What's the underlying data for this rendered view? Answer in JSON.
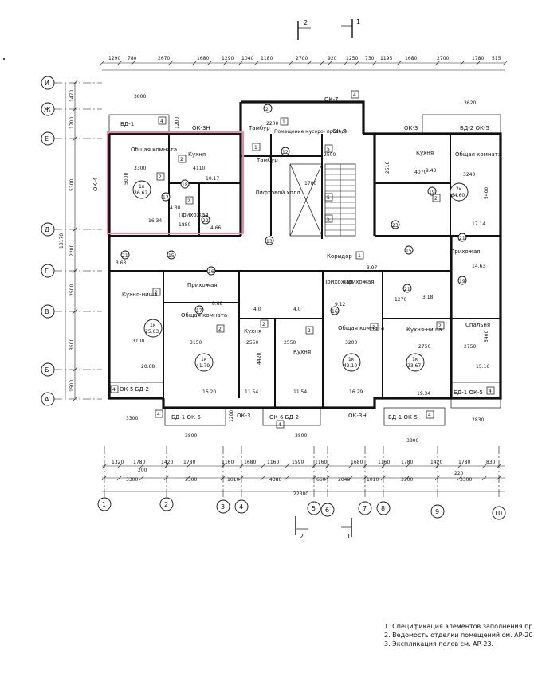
{
  "top_dims": [
    "1290",
    "780",
    "2670",
    "1680",
    "1290",
    "1040",
    "1180",
    "2700",
    "920",
    "1250",
    "730",
    "1195",
    "1680",
    "2700",
    "1780",
    "515"
  ],
  "bottom_dims_row1": [
    "1320",
    "1780",
    "1420",
    "1780",
    "1160",
    "1680",
    "1160",
    "1590",
    "1160",
    "1680",
    "1160",
    "1780",
    "1420",
    "1780",
    "830"
  ],
  "bottom_dims_row2": [
    "3300",
    "3300",
    "1010",
    "4380",
    "660",
    "2040",
    "1010",
    "3300",
    "3300"
  ],
  "bottom_dims_extra": [
    "200",
    "220"
  ],
  "total_width": "22300",
  "left_dims": [
    "1470",
    "1700",
    "5300",
    "2200",
    "18170",
    "2500",
    "3500",
    "1500"
  ],
  "row_axes": [
    "И",
    "Ж",
    "Е",
    "Д",
    "Г",
    "В",
    "Б",
    "А"
  ],
  "col_axes": [
    "1",
    "2",
    "3",
    "4",
    "5",
    "6",
    "7",
    "8",
    "9",
    "10"
  ],
  "section_marks": [
    "2",
    "1"
  ],
  "balcony_labels": [
    "БД-1",
    "ОК-3Н",
    "ОК-7",
    "ОК-3",
    "БД-2 ОК-5",
    "ОК-4",
    "ОК-5 БД-2",
    "БД-1 ОК-5",
    "ОК-3",
    "ОК-6 БД-2",
    "ОК-3Н",
    "БД-1 ОК-5",
    "БД-1 ОК-5"
  ],
  "room_labels": [
    "Общая комната",
    "Кухня",
    "Прихожая",
    "Тамбур",
    "Помещение мусоро- провода",
    "Тамбур",
    "Лифтовой холл",
    "ОК-7",
    "Общая комната",
    "Кухня",
    "Прихожая",
    "Коридор",
    "Кухня-ниша",
    "Прихожая",
    "Общая комната",
    "Кухня",
    "Кухня",
    "Прихожая",
    "Общая комната",
    "Кухня-ниша",
    "Прихожая",
    "Спальня"
  ],
  "apartment_tags": [
    {
      "type": "1к",
      "area": "36.62"
    },
    {
      "type": "2к",
      "area": "64.60"
    },
    {
      "type": "1к",
      "area": "25.63"
    },
    {
      "type": "1к",
      "area": "41.79"
    },
    {
      "type": "1к",
      "area": "42.10"
    },
    {
      "type": "1к",
      "area": "23.67"
    }
  ],
  "areas": [
    "16.34",
    "10.17",
    "4.30",
    "4.66",
    "3.63",
    "9.43",
    "17.14",
    "14.63",
    "3.97",
    "8.88",
    "4.0",
    "4.0",
    "9.12",
    "1270",
    "3.18",
    "20.68",
    "16.20",
    "11.54",
    "11.54",
    "16.29",
    "19.34",
    "15.16"
  ],
  "inner_dims": [
    "3800",
    "3300",
    "4110",
    "5000",
    "1880",
    "1200",
    "2200",
    "1700",
    "2500",
    "3620",
    "4070",
    "3240",
    "5400",
    "2510",
    "3800",
    "3100",
    "2750",
    "3150",
    "2550",
    "2550",
    "3200",
    "4420",
    "5400",
    "2750",
    "3800",
    "3800",
    "3300",
    "2830",
    "1200"
  ],
  "tag_numbers": [
    "1",
    "2",
    "3",
    "4",
    "5",
    "11",
    "12",
    "13",
    "15",
    "16",
    "17",
    "18",
    "19",
    "20",
    "21",
    "22",
    "23"
  ],
  "notes": [
    "1. Спецификация элементов заполнения пр",
    "2. Ведомость отделки помещений см. АР-20",
    "3. Экспликация полов см. АР-23."
  ],
  "colors": {
    "line": "#111111",
    "highlight": "#e58aa8",
    "background": "#ffffff"
  }
}
